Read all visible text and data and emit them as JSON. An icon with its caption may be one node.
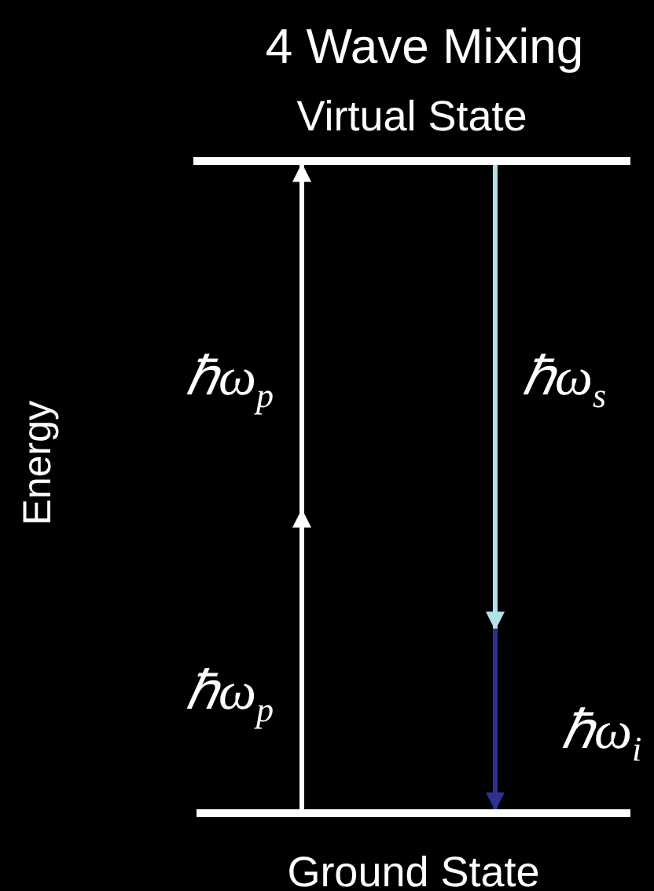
{
  "diagram": {
    "title": "4 Wave Mixing",
    "nodes": [
      {
        "text": [
          "Virtual State"
        ]
      },
      {
        "text": [
          "Ground State"
        ]
      }
    ],
    "edges": [
      {
        "from": 1,
        "to": 0,
        "arrow": "to"
      },
      {
        "from": 0,
        "to": null,
        "arrow": "to",
        "color": "#b4e0e8"
      },
      {
        "from": null,
        "to": 1,
        "arrow": "to",
        "color": "#2e3192"
      }
    ],
    "labels": [
      "ℏω$_{p}$",
      "ℏω$_{s}$",
      "Energy",
      "ℏω$_{p}$",
      "ℏω$_{i}$"
    ]
  }
}
